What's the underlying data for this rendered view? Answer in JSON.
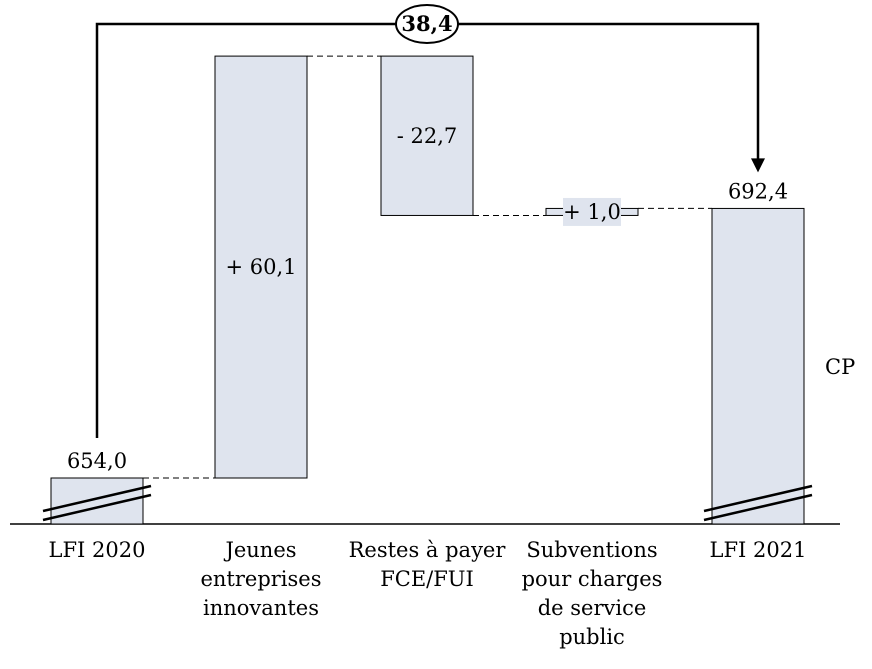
{
  "chart_data": {
    "type": "waterfall",
    "unit_label": "CP",
    "categories": [
      {
        "lines": [
          "LFI 2020"
        ]
      },
      {
        "lines": [
          "Jeunes",
          "entreprises",
          "innovantes"
        ]
      },
      {
        "lines": [
          "Restes à payer",
          "FCE/FUI"
        ]
      },
      {
        "lines": [
          "Subventions",
          "pour charges",
          "de service",
          "public"
        ]
      },
      {
        "lines": [
          "LFI 2021"
        ]
      }
    ],
    "bars": [
      {
        "kind": "total",
        "value": 654.0,
        "label": "654,0"
      },
      {
        "kind": "delta",
        "value": 60.1,
        "label": "+ 60,1"
      },
      {
        "kind": "delta",
        "value": -22.7,
        "label": "- 22,7"
      },
      {
        "kind": "delta",
        "value": 1.0,
        "label": "+ 1,0"
      },
      {
        "kind": "total",
        "value": 692.4,
        "label": "692,4"
      }
    ],
    "total_change": {
      "value": 38.4,
      "label": "38,4"
    },
    "axis_break": true,
    "colors": {
      "bar_fill": "#dfe4ee",
      "stroke": "#000000"
    }
  }
}
